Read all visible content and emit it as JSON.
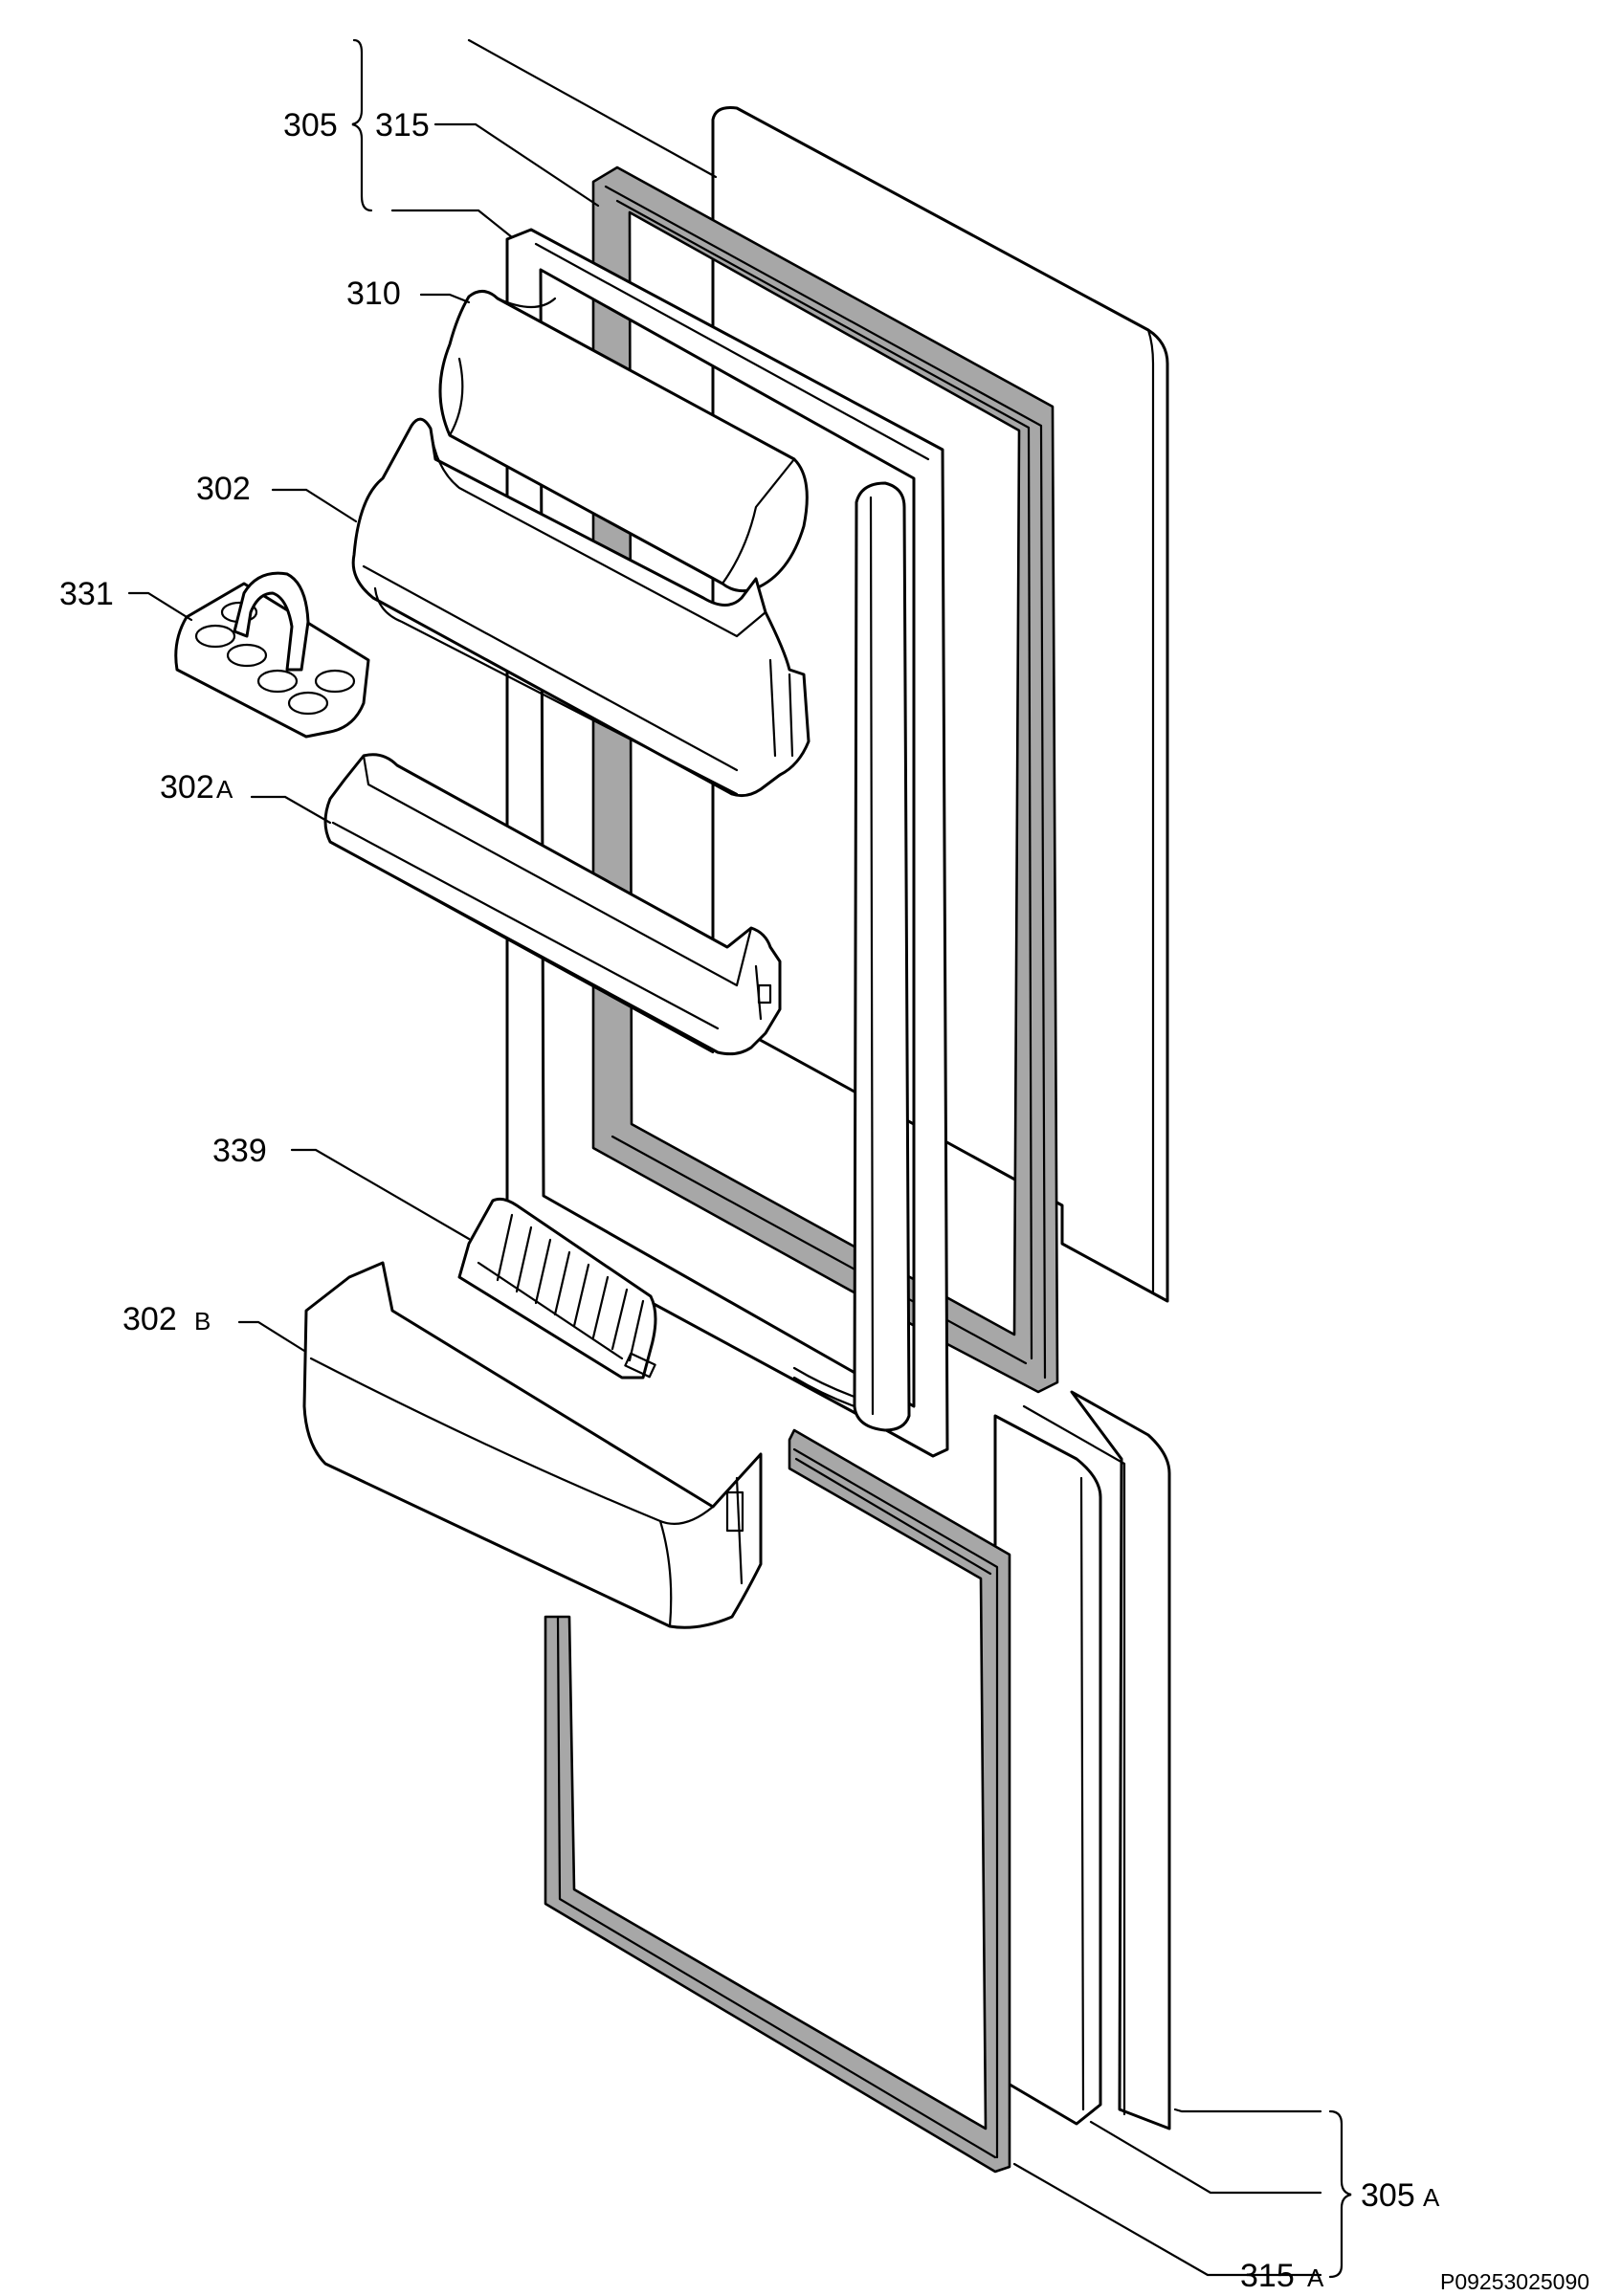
{
  "labels": {
    "l305": "305",
    "l315": "315",
    "l310": "310",
    "l302": "302",
    "l331": "331",
    "l302a_num": "302",
    "l302a_suf": "A",
    "l339": "339",
    "l302b_num": "302",
    "l302b_suf": "B",
    "l305a_num": "305",
    "l305a_suf": "A",
    "l315a_num": "315",
    "l315a_suf": "A"
  },
  "drawing_code": "P09253025090",
  "colors": {
    "line": "#000000",
    "gasket": "#a7a7a7",
    "paper": "#ffffff"
  }
}
